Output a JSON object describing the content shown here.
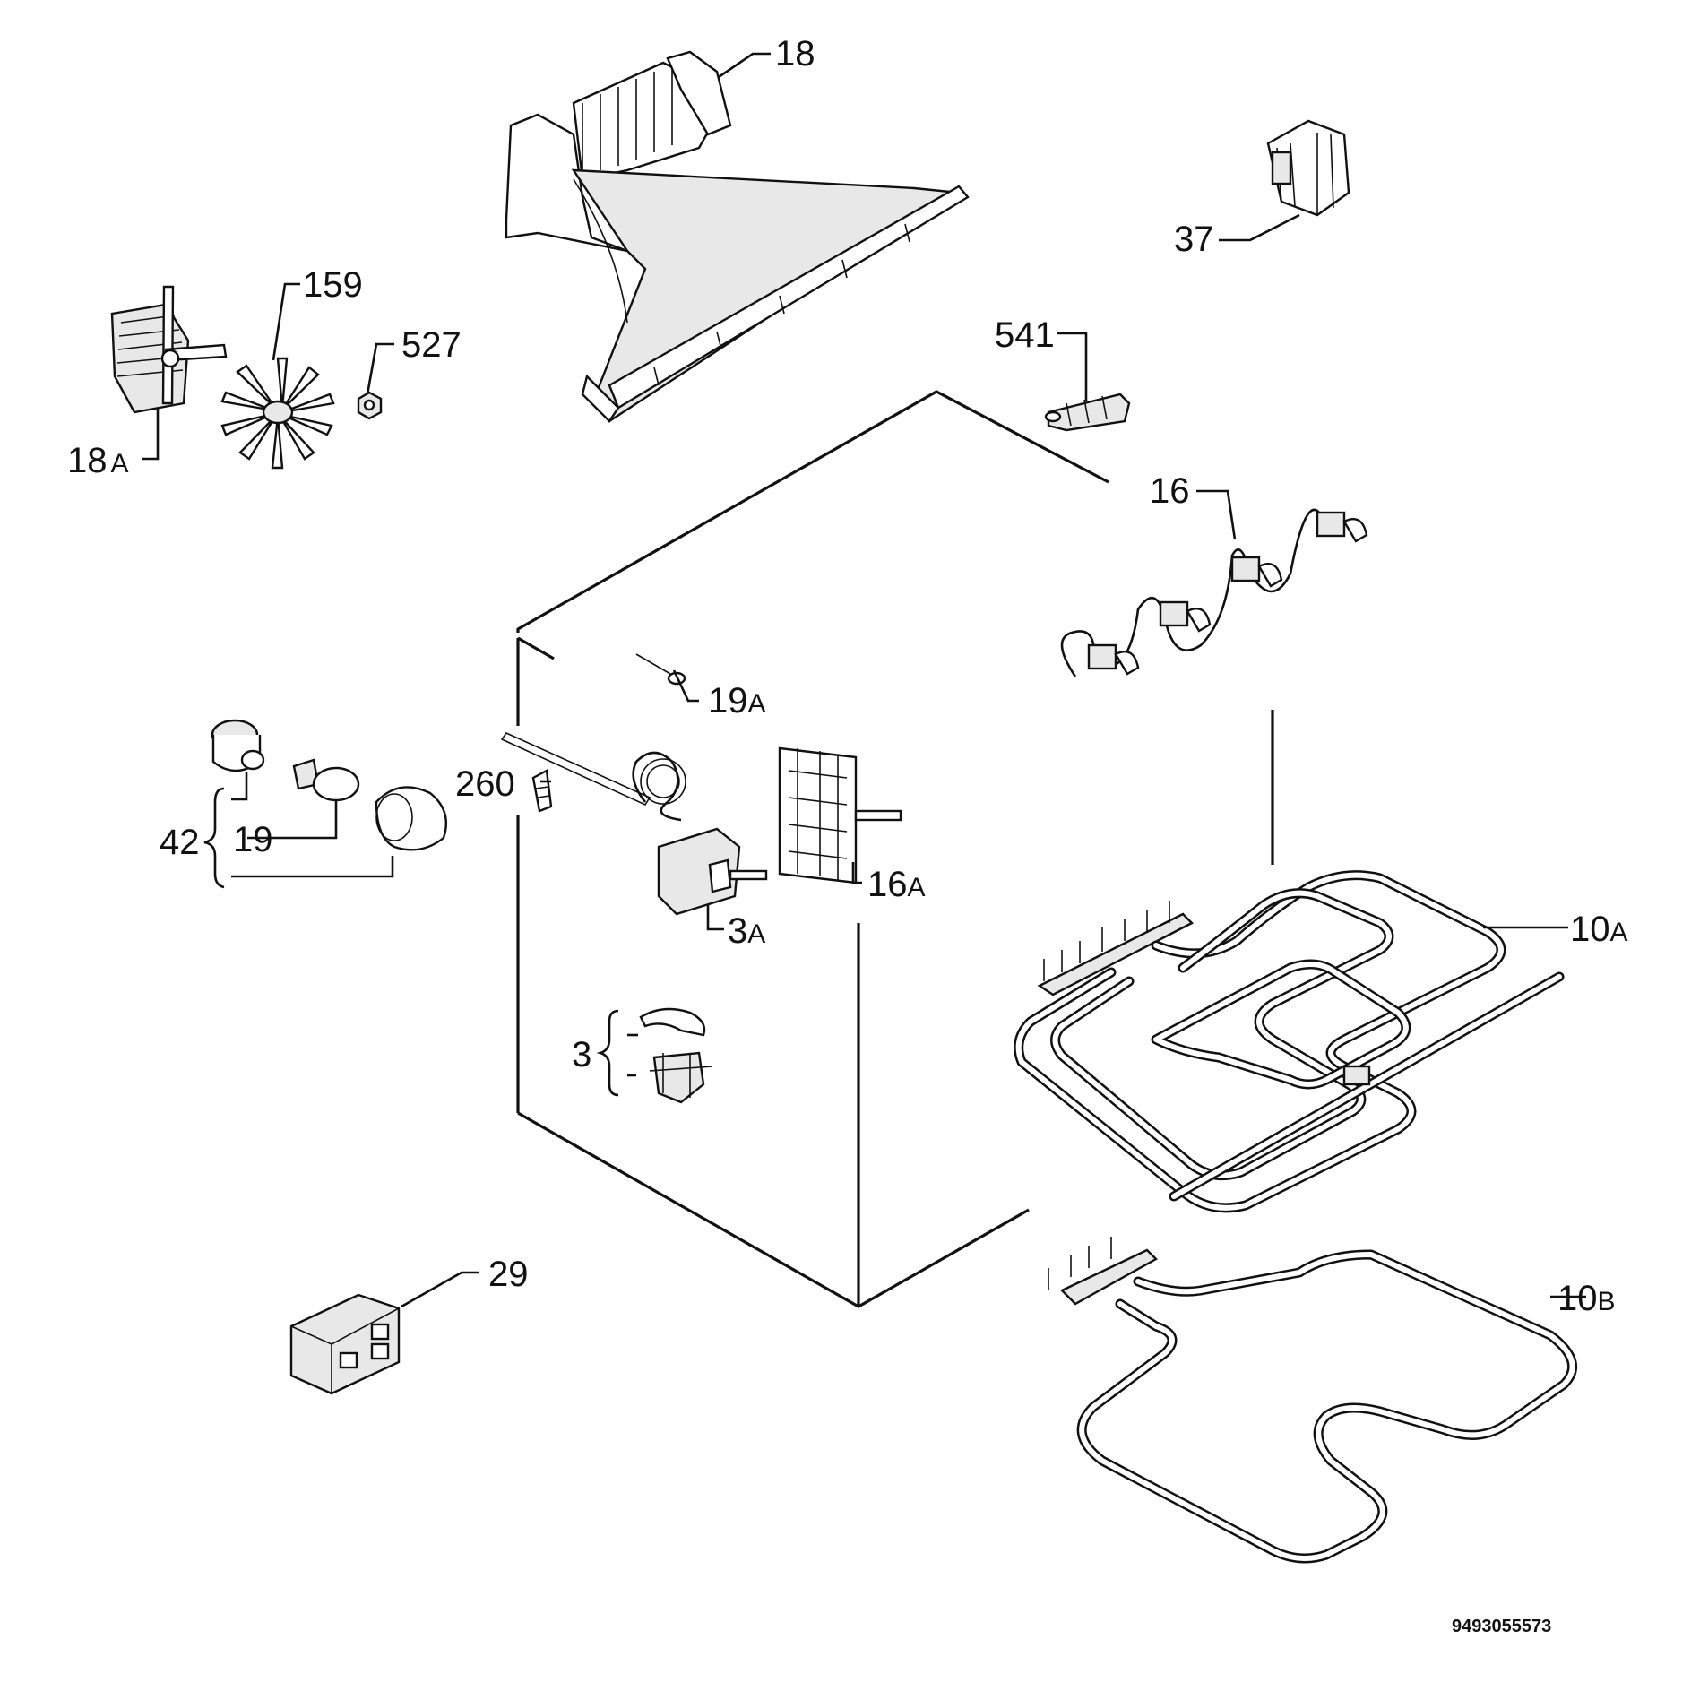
{
  "document_number": "9493055573",
  "labels": {
    "l18": {
      "num": "18",
      "suffix": ""
    },
    "l37": {
      "num": "37",
      "suffix": ""
    },
    "l159": {
      "num": "159",
      "suffix": ""
    },
    "l527": {
      "num": "527",
      "suffix": ""
    },
    "l18a": {
      "num": "18",
      "suffix": "A"
    },
    "l541": {
      "num": "541",
      "suffix": ""
    },
    "l16": {
      "num": "16",
      "suffix": ""
    },
    "l19a": {
      "num": "19",
      "suffix": "A"
    },
    "l260": {
      "num": "260",
      "suffix": ""
    },
    "l42": {
      "num": "42",
      "suffix": ""
    },
    "l19": {
      "num": "19",
      "suffix": ""
    },
    "l16a": {
      "num": "16",
      "suffix": "A"
    },
    "l3a": {
      "num": "3",
      "suffix": "A"
    },
    "l10a": {
      "num": "10",
      "suffix": "A"
    },
    "l3": {
      "num": "3",
      "suffix": ""
    },
    "l29": {
      "num": "29",
      "suffix": ""
    },
    "l10b": {
      "num": "10",
      "suffix": "B"
    }
  }
}
